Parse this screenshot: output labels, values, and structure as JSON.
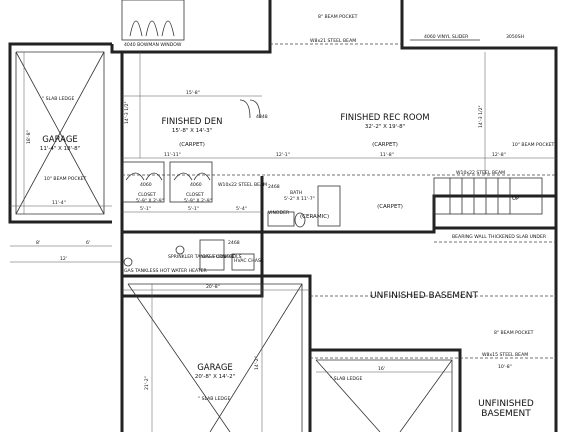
{
  "rooms": {
    "finished_den": {
      "name": "FINISHED DEN",
      "size": "15'-8\" X 14'-3\"",
      "floor": "(CARPET)"
    },
    "rec_room": {
      "name": "FINISHED REC ROOM",
      "size": "32'-2\" X 19'-8\"",
      "floor": "(CARPET)",
      "floor2": "(CARPET)"
    },
    "garage_left": {
      "name": "GARAGE",
      "size": "11'-4\" X 18'-8\""
    },
    "garage_bottom": {
      "name": "GARAGE",
      "size": "20'-8\" X 14'-2\""
    },
    "unfinished_main": {
      "name": "UNFINISHED BASEMENT"
    },
    "unfinished_small": {
      "line1": "UNFINISHED",
      "line2": "BASEMENT"
    },
    "bath": {
      "name": "BATH",
      "size": "5'-2\" X 11'-7\"",
      "floor": "(CERAMIC)"
    },
    "closet1": {
      "name": "CLOSET",
      "size": "5'-9\" X 2'-9\""
    },
    "closet2": {
      "name": "CLOSET",
      "size": "5'-9\" X 2'-9\""
    }
  },
  "notes": {
    "top_beam": "8\" BEAM POCKET",
    "top_steel": "W8x21 STEEL BEAM",
    "window_left": "4040 BOWMAN WINDOW",
    "window_right": "4060 VINYL SLIDER",
    "window_right_code": "3050SH",
    "slab_ledge_1": "\" SLAB LEDGE",
    "slab_ledge_2": "\" SLAB LEDGE",
    "slab_ledge_3": "\" SLAB LEDGE",
    "beam_pocket_left": "10\" BEAM POCKET",
    "beam_pocket_right": "10\" BEAM POCKET",
    "beam_pocket_low": "8\" BEAM POCKET",
    "steel_beam_mid": "W10x22 STEEL BEAM",
    "steel_beam_stair": "W10x22 STEEL BEAM",
    "steel_beam_low": "W8x15 STEEL BEAM",
    "bearing_wall": "BEARING WALL THICKENED SLAB UNDER",
    "code_4060a": "4060",
    "code_4060b": "4060",
    "code_2468": "2468",
    "code_4848": "4848",
    "code_2468b": "2468",
    "vanity": "VINODER",
    "sprinkler": "SPRINKLER TANKS & CONTROLS",
    "tankless": "GAS TANKLESS HOT WATER HEATER",
    "furnace": "GAS FURNACE",
    "hvac": "HVAC CHASE",
    "up": "UP"
  },
  "dimensions": {
    "den_width": "15'-8\"",
    "den_height": "14'-3 1/2\"",
    "den_below": "11'-11\"",
    "rec_mid": "12'-1\"",
    "rec_right": "11'-8\"",
    "rec_far": "12'-8\"",
    "rec_height": "14'-3 1/2\"",
    "garage_height": "18'-8\"",
    "garage_width": "11'-4\"",
    "clos_a": "5'-1\"",
    "clos_b": "5'-1\"",
    "clos_c": "5'-4\"",
    "d8": "8'",
    "d6": "6'",
    "d12": "12'",
    "gar2_width": "20'-8\"",
    "gar2_height": "21'-2\"",
    "gar2_inner": "14'-2\"",
    "d16": "16'",
    "d10": "10'-8\""
  }
}
